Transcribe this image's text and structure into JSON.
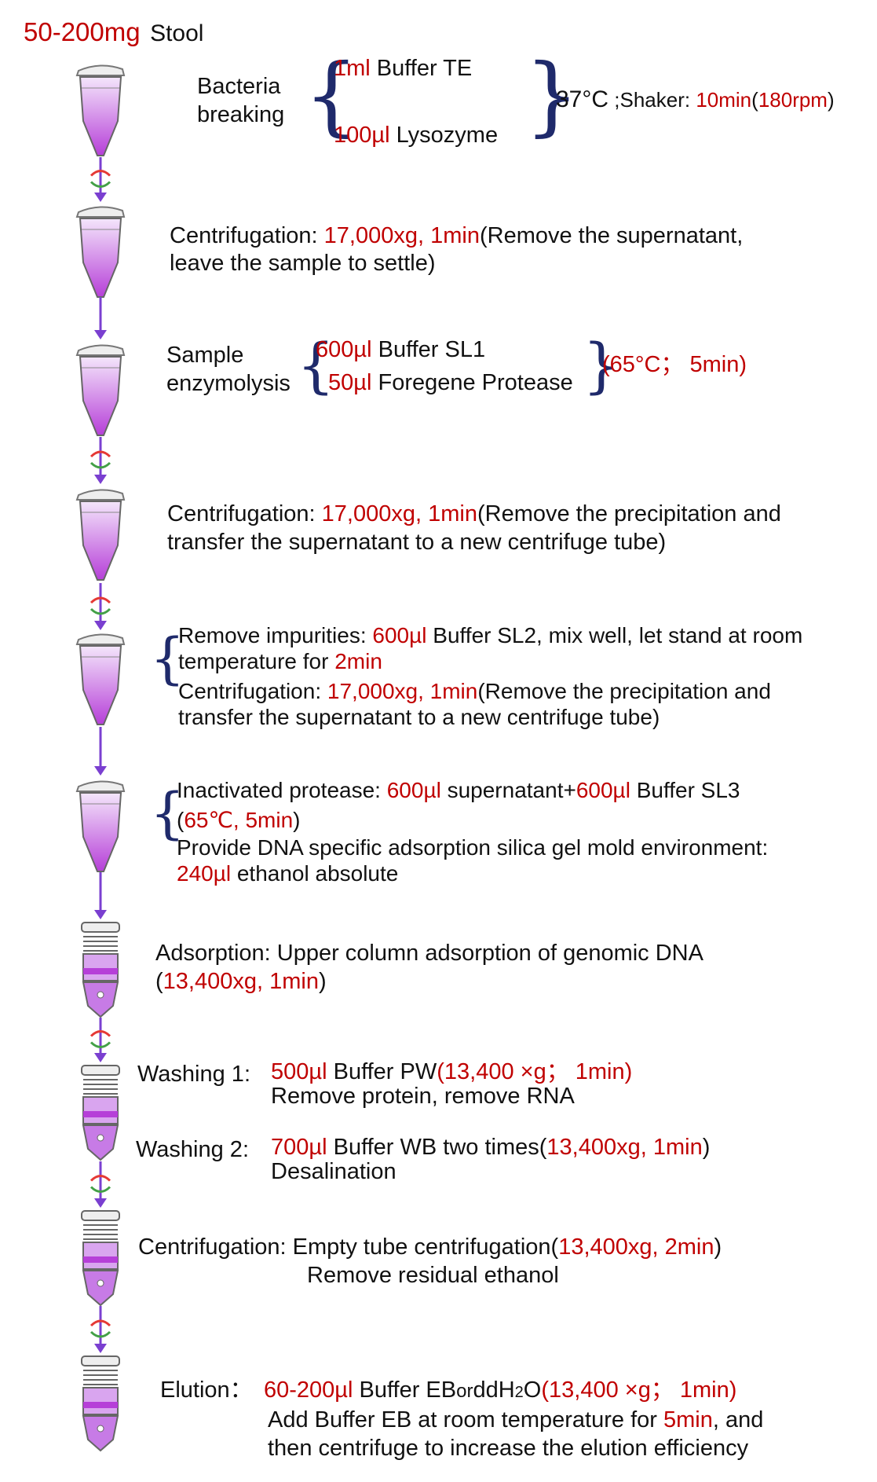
{
  "header": {
    "amount": "50-200mg",
    "sample": "Stool"
  },
  "step1": {
    "label_line1": "Bacteria",
    "label_line2": "breaking",
    "item1_amount": "1ml",
    "item1_reagent": " Buffer TE",
    "item2_amount": "100µl",
    "item2_reagent": "Lysozyme",
    "cond_temp": "37°C",
    "cond_shaker": " ;Shaker: ",
    "cond_time": "10min",
    "cond_rpm_open": "(",
    "cond_rpm": "180rpm",
    "cond_rpm_close": ")"
  },
  "step2": {
    "label": "Centrifugation: ",
    "params": "17,000xg, 1min",
    "note_line1": "(Remove the supernatant,",
    "note_line2": "leave the sample to settle)"
  },
  "step3": {
    "label_line1": "Sample",
    "label_line2": "enzymolysis",
    "item1_amount": "600µl",
    "item1_reagent": " Buffer SL1",
    "item2_amount": "50µl",
    "item2_reagent": " Foregene Protease",
    "cond": "(65°C； 5min)"
  },
  "step4": {
    "label": "Centrifugation: ",
    "params": "17,000xg, 1min",
    "note_line1": "(Remove the precipitation and",
    "note_line2": "transfer the supernatant to a new centrifuge tube)"
  },
  "step5": {
    "line1_pre": "Remove impurities: ",
    "line1_amount": "600µl",
    "line1_post": " Buffer SL2, mix well, let stand at room",
    "line2_pre": "temperature for ",
    "line2_time": "2min",
    "line3_pre": "Centrifugation: ",
    "line3_params": "17,000xg, 1min",
    "line3_post": "(Remove the precipitation and",
    "line4": "transfer the supernatant to a new centrifuge tube)"
  },
  "step6": {
    "line1_pre": "Inactivated protease: ",
    "line1_amount1": "600µl",
    "line1_mid": " supernatant+",
    "line1_amount2": "600µl",
    "line1_post": " Buffer SL3",
    "line2_open": "(",
    "line2_params": "65℃, 5min",
    "line2_close": ")",
    "line3": "Provide DNA specific adsorption silica gel mold environment:",
    "line4_amount": "240µl",
    "line4_post": " ethanol absolute"
  },
  "step7": {
    "line1": "Adsorption: Upper column adsorption of genomic DNA",
    "line2_open": "(",
    "line2_params": "13,400xg, 1min",
    "line2_close": ")"
  },
  "step8": {
    "w1_label": "Washing 1:",
    "w1_amount": "500µl",
    "w1_reagent": " Buffer PW",
    "w1_params": "(13,400 ×g； 1min)",
    "w1_note": "Remove protein, remove RNA",
    "w2_label": "Washing 2:",
    "w2_amount": "700µl",
    "w2_reagent": " Buffer WB two times(",
    "w2_params": "13,400xg, 1min",
    "w2_close": ")",
    "w2_note": "Desalination"
  },
  "step9": {
    "label": "Centrifugation: ",
    "desc": "Empty tube centrifugation(",
    "params": "13,400xg, 2min",
    "close": ")",
    "note": "Remove residual ethanol"
  },
  "step10": {
    "label": "Elution：",
    "amount": "60-200µl",
    "reagent": " Buffer EB",
    "or": "or",
    "water_main": "ddH",
    "water_sub": "2",
    "water_end": "O",
    "params": "(13,400 ×g； 1min)",
    "note1_pre": "Add Buffer EB at room temperature for ",
    "note1_time": "5min",
    "note1_post": ", and",
    "note2": "then centrifuge to increase the elution efficiency"
  },
  "colors": {
    "red": "#c00000",
    "brace": "#1f2a6b",
    "tube_fill": "#b63fd8",
    "arrow": "#7a3fd0"
  }
}
